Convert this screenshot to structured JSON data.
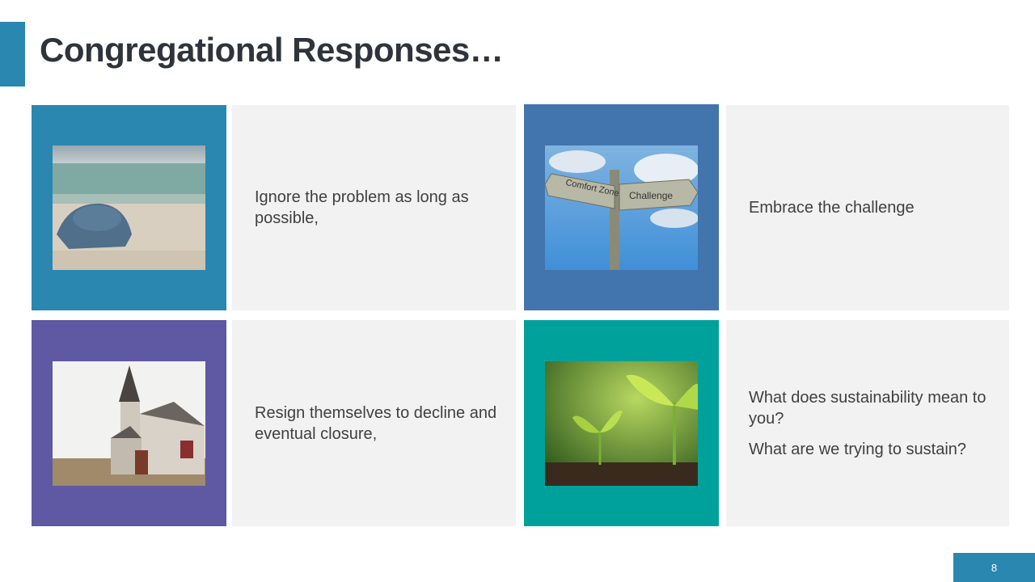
{
  "slide": {
    "title": "Congregational Responses…",
    "page_number": "8",
    "colors": {
      "accent": "#2a87b0",
      "tile1": "#2a87b0",
      "tile2": "#4275ad",
      "tile3": "#5f58a2",
      "tile4": "#00a19a"
    },
    "cells": [
      {
        "image": "head-in-sand-photo",
        "lines": [
          "Ignore the problem as long as possible,"
        ]
      },
      {
        "image": "signpost-photo",
        "sign_left": "Comfort Zone",
        "sign_right": "Challenge",
        "lines": [
          "Embrace the challenge"
        ]
      },
      {
        "image": "abandoned-church-photo",
        "lines": [
          "Resign themselves to decline and eventual closure,"
        ]
      },
      {
        "image": "seedlings-photo",
        "lines": [
          "What does sustainability mean to you?",
          "What are we trying to sustain?"
        ]
      }
    ]
  }
}
